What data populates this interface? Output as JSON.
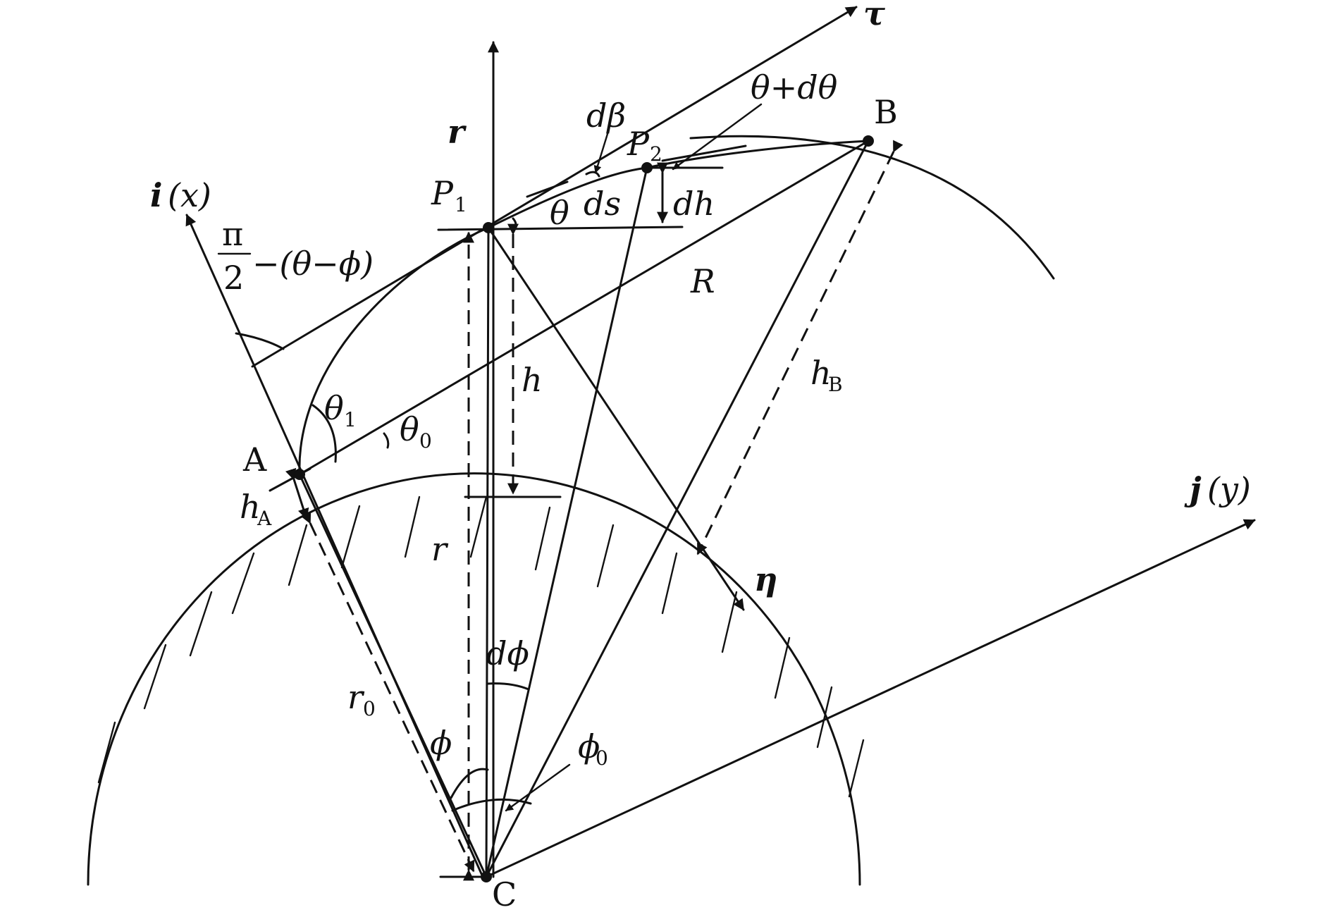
{
  "labels": {
    "tau": "τ",
    "r_vec": "r",
    "i_axis": "i",
    "i_axis_coord": "(x)",
    "j_axis": "j",
    "j_axis_coord": "(y)",
    "eta": "η",
    "angle_top": "π",
    "angle_bottom": "2",
    "angle_rest": "−(θ−ϕ)",
    "d_beta": "dβ",
    "theta_plus": "θ+dθ",
    "B": "B",
    "P": "P",
    "P1_sub": "1",
    "P2_sub": "2",
    "theta": "θ",
    "ds": "ds",
    "dh": "dh",
    "R": "R",
    "h": "h",
    "h_B": "h",
    "h_B_sub": "B",
    "theta_1": "θ",
    "theta_1_sub": "1",
    "theta_0": "θ",
    "theta_0_sub": "0",
    "A": "A",
    "h_A": "h",
    "h_A_sub": "A",
    "r_small": "r",
    "r0": "r",
    "r0_sub": "0",
    "d_phi": "dϕ",
    "phi": "ϕ",
    "phi_0": "ϕ",
    "phi_0_sub": "0",
    "C": "C"
  }
}
